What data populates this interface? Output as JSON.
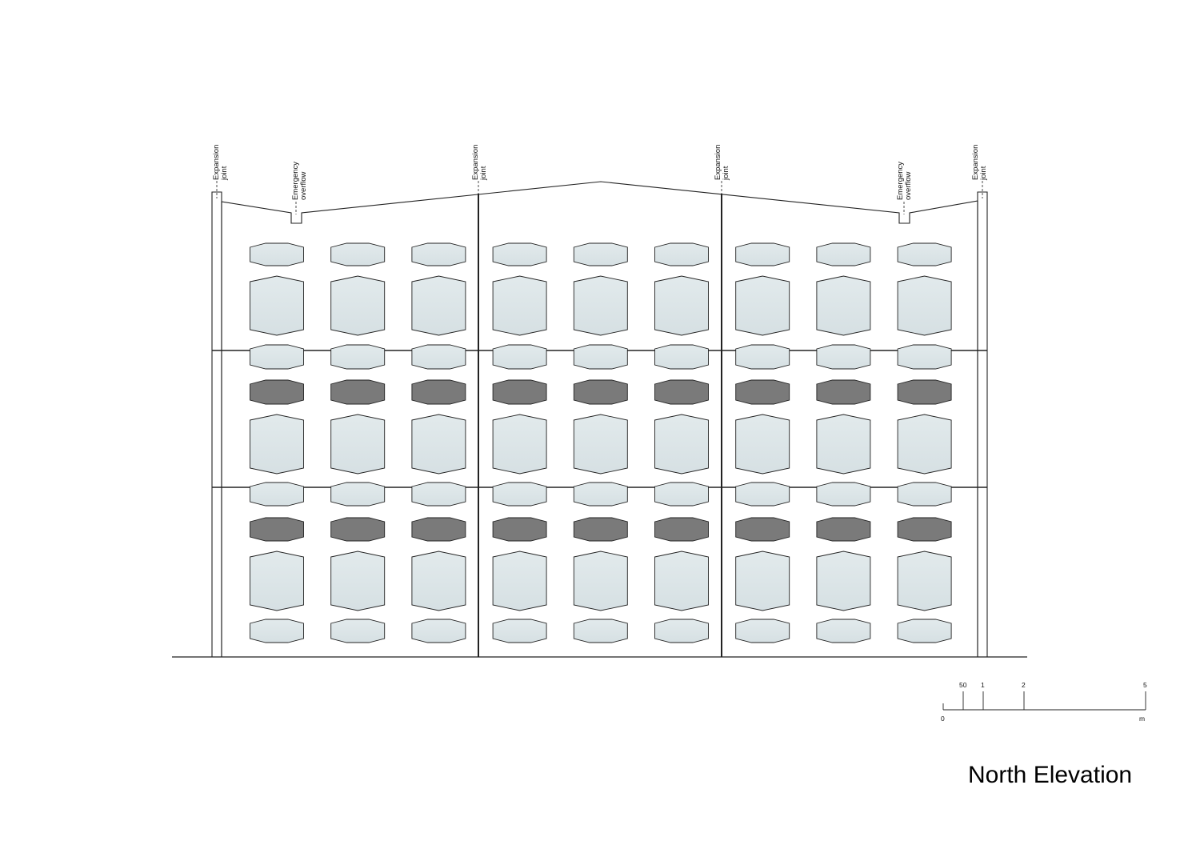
{
  "title": "North Elevation",
  "annotations": {
    "expansion_joint": [
      "Expansion",
      "joint"
    ],
    "emergency_overflow": [
      "Emergency",
      "overflow"
    ]
  },
  "scale_bar": {
    "ticks": [
      "50",
      "1",
      "2",
      "5"
    ],
    "origin": "0",
    "unit": "m"
  },
  "facade": {
    "bays": 9,
    "floors": 3,
    "panel_fill_light": "#dde6e8",
    "panel_fill_dark": "#7a7a7a",
    "stroke": "#222222"
  }
}
